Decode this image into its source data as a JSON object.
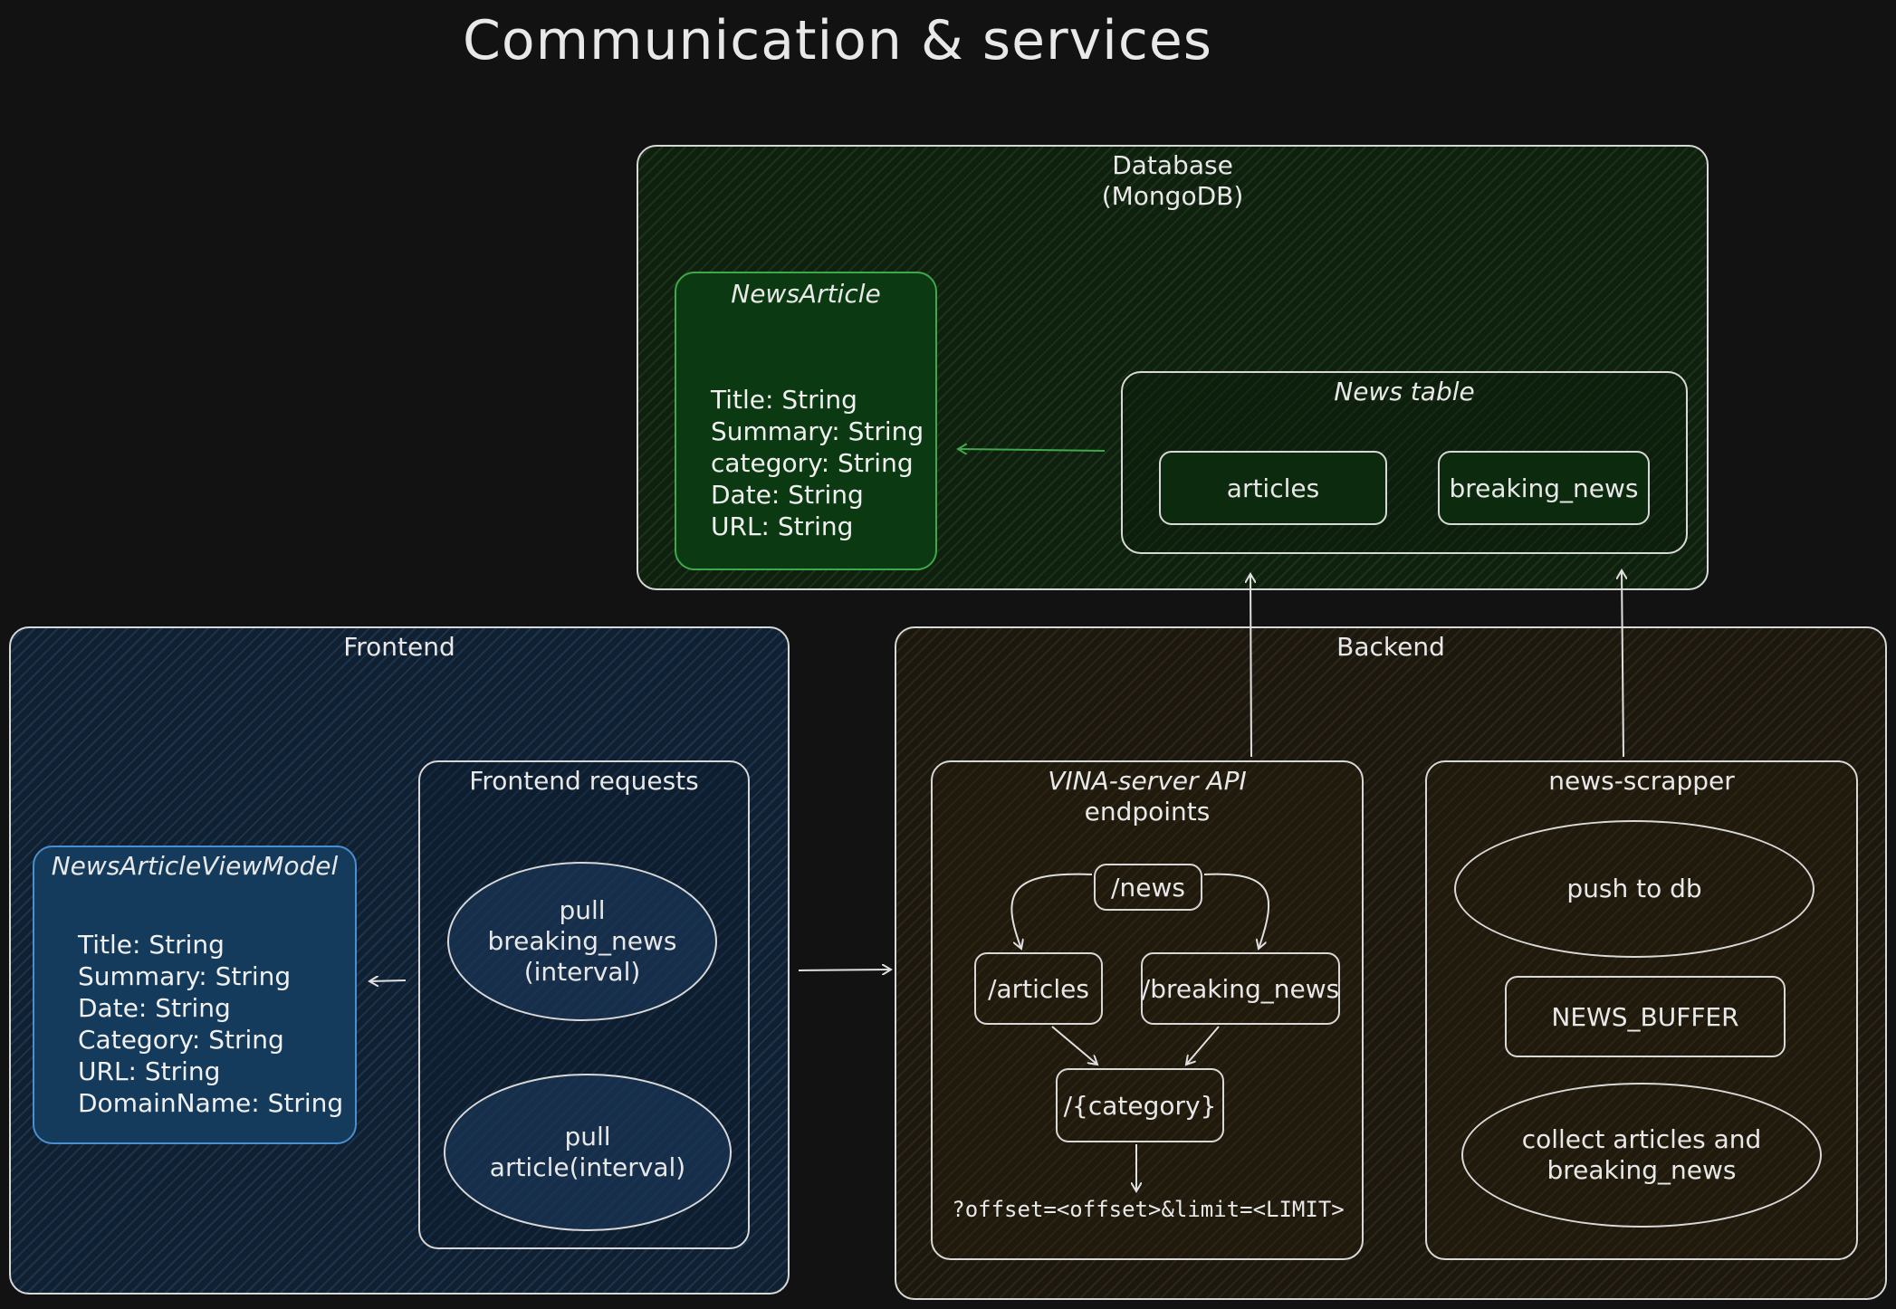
{
  "title": "Communication & services",
  "database": {
    "label_line1": "Database",
    "label_line2": "(MongoDB)",
    "model": {
      "name": "NewsArticle",
      "fields": [
        "Title: String",
        "Summary: String",
        "category: String",
        "Date: String",
        "URL: String"
      ]
    },
    "news_table": {
      "label": "News table",
      "collections": [
        "articles",
        "breaking_news"
      ]
    }
  },
  "frontend": {
    "label": "Frontend",
    "model": {
      "name": "NewsArticleViewModel",
      "fields": [
        "Title: String",
        "Summary: String",
        "Date: String",
        "Category: String",
        "URL: String",
        "DomainName: String"
      ]
    },
    "requests": {
      "label": "Frontend requests",
      "pull_breaking": [
        "pull",
        "breaking_news",
        "(interval)"
      ],
      "pull_article": [
        "pull",
        "article(interval)"
      ]
    }
  },
  "backend": {
    "label": "Backend",
    "api": {
      "label_line1": "VINA-server API",
      "label_line2": "endpoints",
      "news": "/news",
      "articles": "/articles",
      "breaking_news": "/breaking_news",
      "category": "/{category}",
      "query": "?offset=<offset>&limit=<LIMIT>"
    },
    "scrapper": {
      "label": "news-scrapper",
      "push": "push to db",
      "buffer": "NEWS_BUFFER",
      "collect_line1": "collect articles and",
      "collect_line2": "breaking_news"
    }
  },
  "colors": {
    "database_fill": "#10200f",
    "frontend_fill": "#102030",
    "backend_fill": "#1c1810",
    "model_green": "#0b3a12",
    "model_blue": "#153b5c",
    "arrow_green": "#3fa84a"
  }
}
